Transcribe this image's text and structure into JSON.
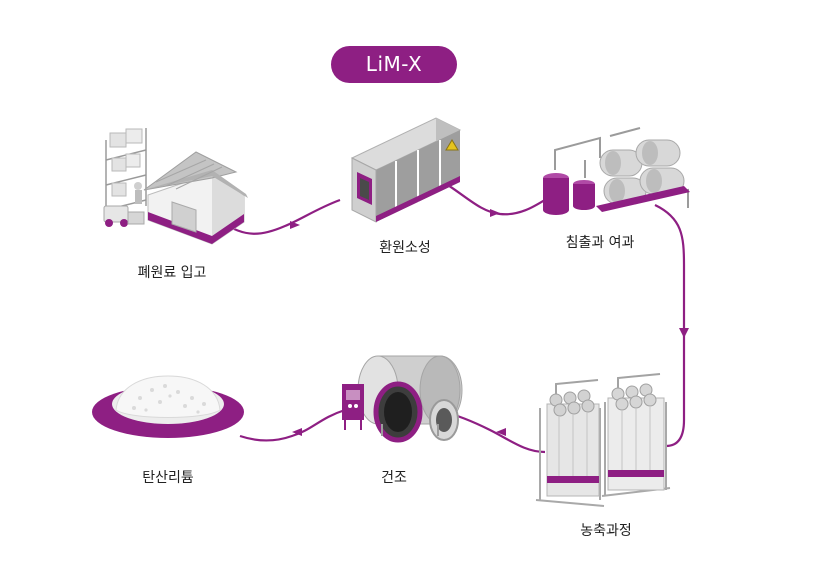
{
  "title": "LiM-X",
  "steps": [
    {
      "label": "폐원료 입고"
    },
    {
      "label": "환원소성"
    },
    {
      "label": "침출과 여과"
    },
    {
      "label": "농축과정"
    },
    {
      "label": "건조"
    },
    {
      "label": "탄산리튬"
    }
  ],
  "colors": {
    "accent": "#8e1f83",
    "flow_line": "#8e1f83",
    "metal": "#c9c9c9",
    "text": "#222222"
  }
}
